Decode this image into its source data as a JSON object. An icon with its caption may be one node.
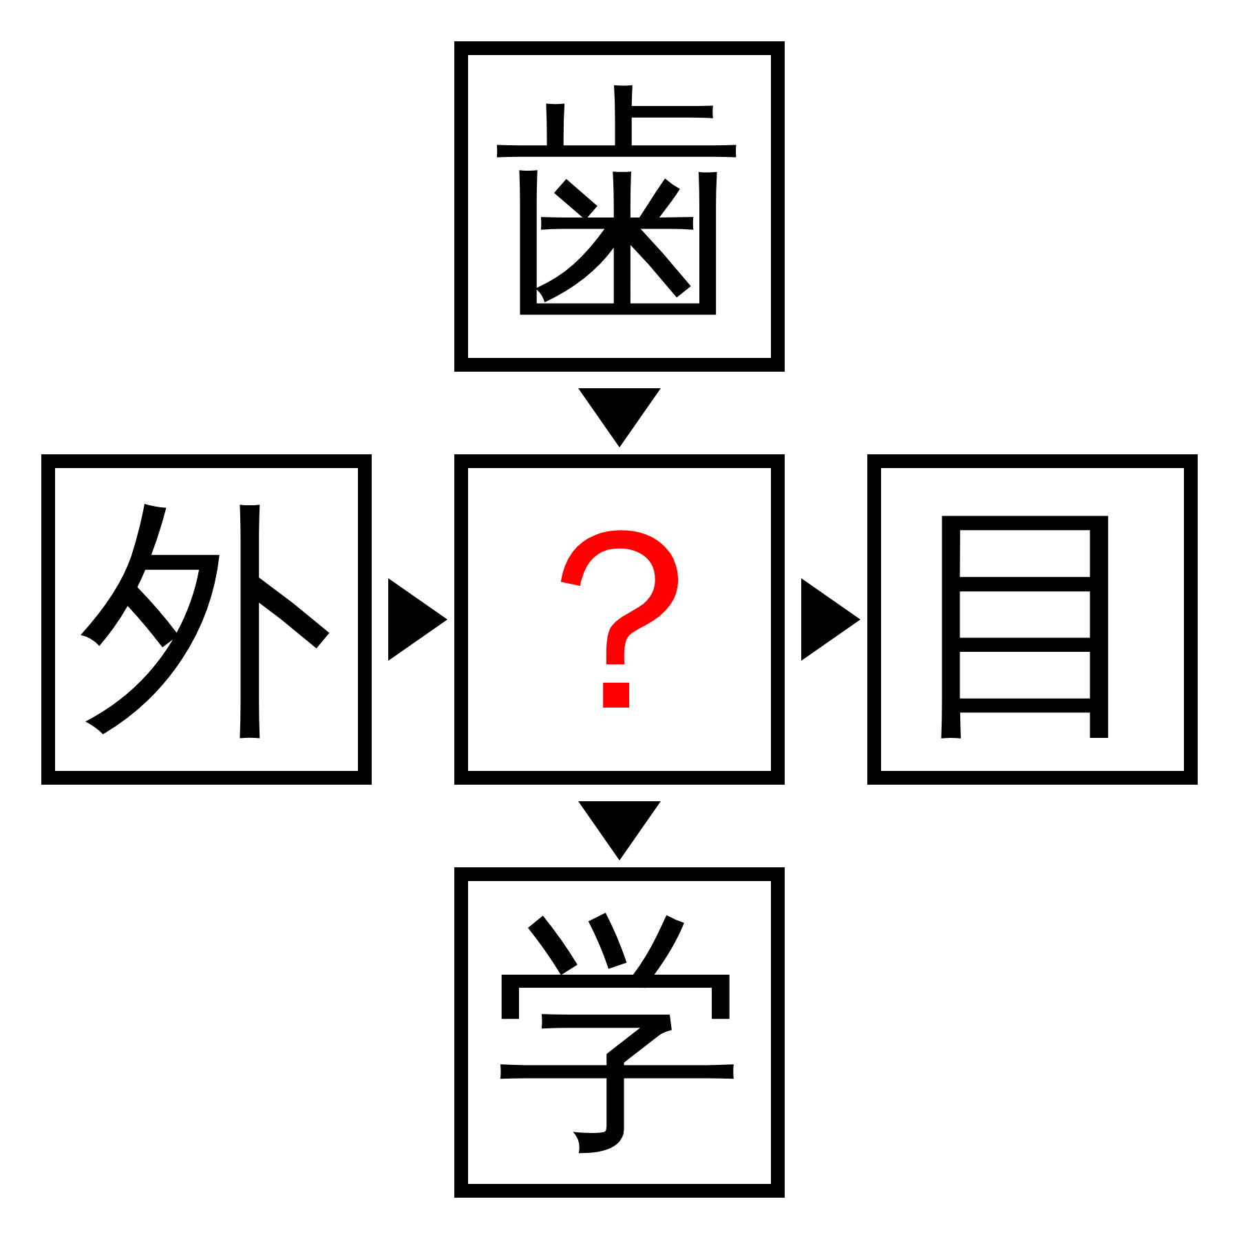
{
  "diagram": {
    "nodes": [
      {
        "text": [
          "歯"
        ]
      },
      {
        "text": [
          "外"
        ]
      },
      {
        "text": [
          "？"
        ]
      },
      {
        "text": [
          "目"
        ]
      },
      {
        "text": [
          "学"
        ]
      }
    ],
    "edges": [
      {
        "from": 0,
        "to": 2,
        "arrow": "to"
      },
      {
        "from": 1,
        "to": 2,
        "arrow": "to"
      },
      {
        "from": 2,
        "to": 3,
        "arrow": "to"
      },
      {
        "from": 2,
        "to": 4,
        "arrow": "to"
      }
    ]
  }
}
